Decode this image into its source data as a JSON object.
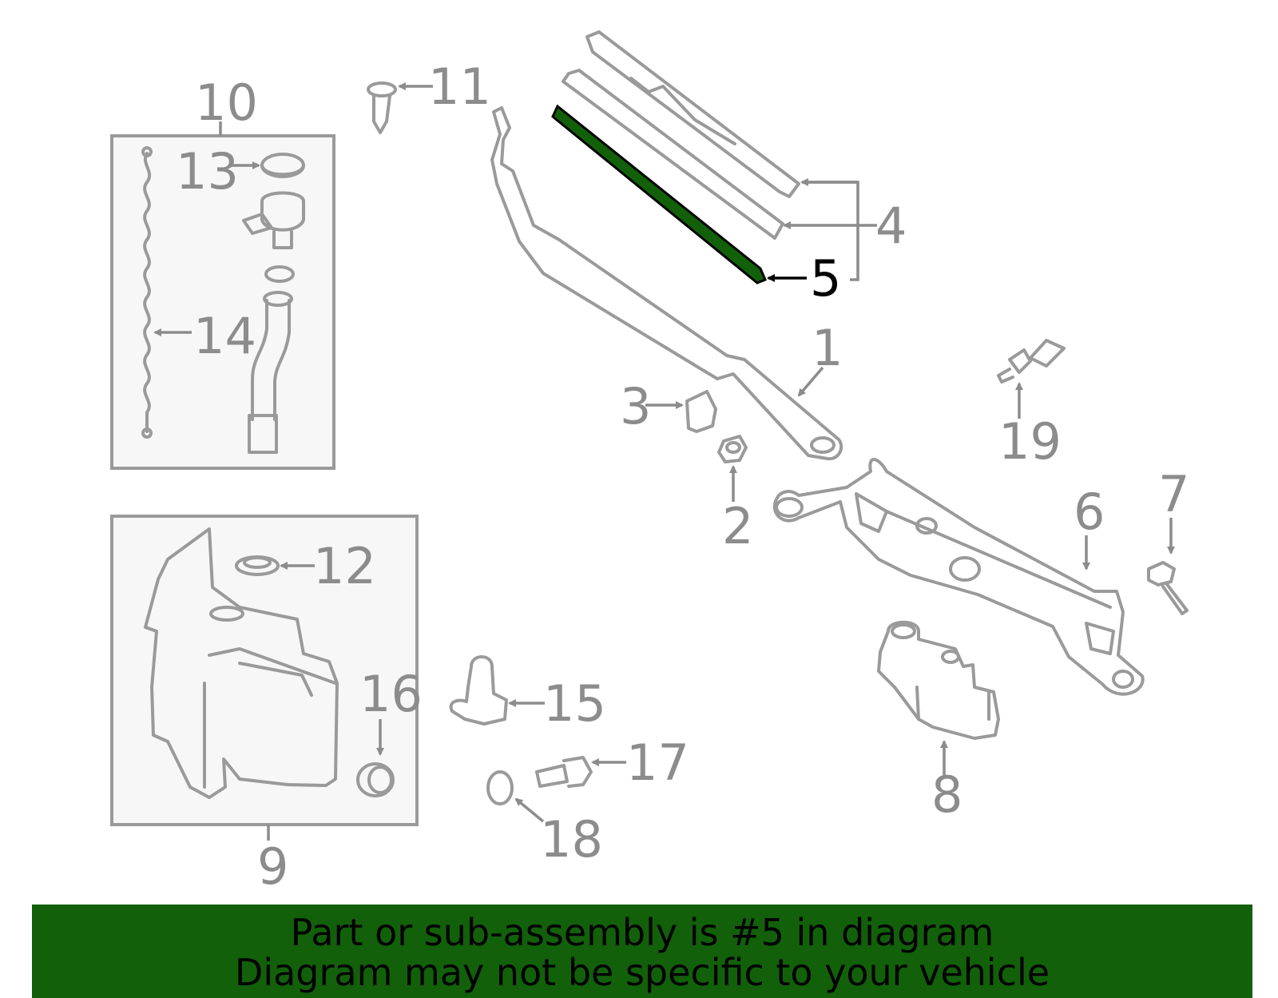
{
  "highlight_color": "#12600a",
  "highlighted_part": "5",
  "callouts": {
    "c1": "1",
    "c2": "2",
    "c3": "3",
    "c4": "4",
    "c5": "5",
    "c6": "6",
    "c7": "7",
    "c8": "8",
    "c9": "9",
    "c10": "10",
    "c11": "11",
    "c12": "12",
    "c13": "13",
    "c14": "14",
    "c15": "15",
    "c16": "16",
    "c17": "17",
    "c18": "18",
    "c19": "19"
  },
  "banner": {
    "line1": "Part or sub-assembly is #5 in diagram",
    "line2": "Diagram may not be specific to your vehicle"
  }
}
